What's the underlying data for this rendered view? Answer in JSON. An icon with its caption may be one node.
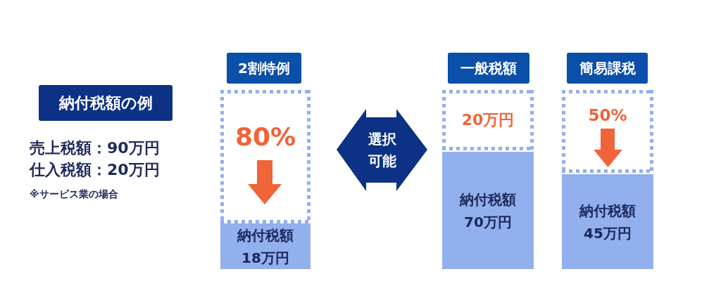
{
  "diagram": {
    "nodes": [
      {
        "text": [
          "納付税額の例"
        ]
      },
      {
        "text": [
          "2割特例"
        ]
      },
      {
        "text": [
          "80%"
        ]
      },
      {
        "text": [
          "納付税額",
          "18万円"
        ]
      },
      {
        "text": [
          "選択可能"
        ]
      },
      {
        "text": [
          "一般税額"
        ]
      },
      {
        "text": [
          "20万円"
        ]
      },
      {
        "text": [
          "納付税額",
          "70万円"
        ]
      },
      {
        "text": [
          "簡易課税"
        ]
      },
      {
        "text": [
          "50%"
        ]
      },
      {
        "text": [
          "納付税額",
          "45万円"
        ]
      }
    ],
    "labels": [
      "売上税額：90万円",
      "仕入税額：20万円",
      "※サービス業の場合"
    ]
  }
}
